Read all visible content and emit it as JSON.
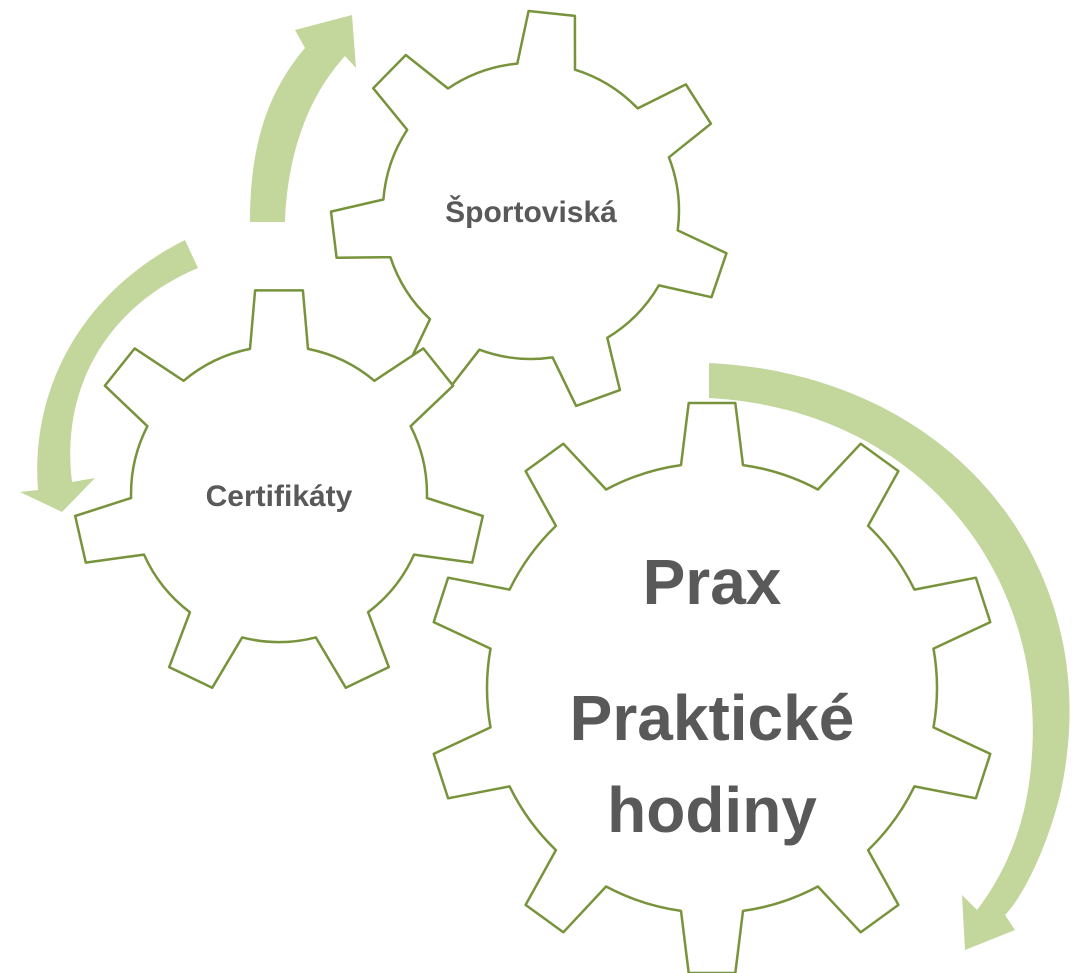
{
  "diagram": {
    "type": "gear-cycle",
    "colors": {
      "gear_outline": "#77933c",
      "gear_fill": "#ffffff",
      "arrow": "#c3d69b",
      "text": "#595959"
    },
    "gears": [
      {
        "id": "sportoviska",
        "lines": [
          "Športoviská"
        ]
      },
      {
        "id": "certifikaty",
        "lines": [
          "Certifikáty"
        ]
      },
      {
        "id": "prax",
        "lines": [
          "Prax",
          "Praktické",
          "hodiny"
        ]
      }
    ],
    "arrows": [
      {
        "id": "arrow-top-left",
        "direction": "up"
      },
      {
        "id": "arrow-left",
        "direction": "down"
      },
      {
        "id": "arrow-right",
        "direction": "down"
      }
    ]
  }
}
